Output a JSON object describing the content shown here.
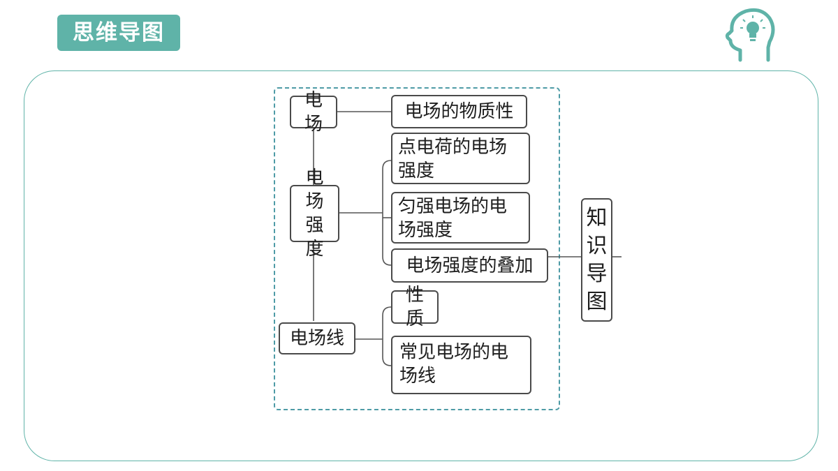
{
  "header": {
    "title": "思维导图"
  },
  "colors": {
    "accent": "#5fb3a8",
    "frame": "#4e9ba6",
    "box_border": "#4a4a4a"
  },
  "icons": {
    "corner": "head-lightbulb-icon"
  },
  "mindmap": {
    "root": "知识导图",
    "branches": [
      {
        "label": "电场",
        "children": [
          "电场的物质性"
        ]
      },
      {
        "label": "电场强度",
        "children": [
          "点电荷的电场强度",
          "匀强电场的电场强度",
          "电场强度的叠加"
        ]
      },
      {
        "label": "电场线",
        "children": [
          "性质",
          "常见电场的电场线"
        ]
      }
    ]
  }
}
